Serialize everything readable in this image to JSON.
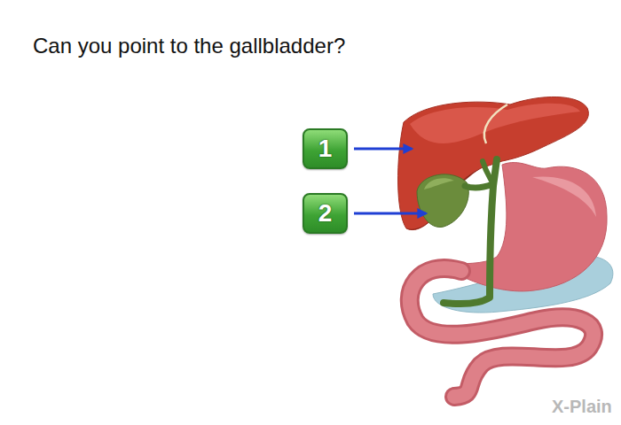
{
  "diagram": {
    "title": "Can you point to the gallbladder?",
    "nodes": [
      {
        "text": [
          "1"
        ]
      },
      {
        "text": [
          "2"
        ]
      }
    ],
    "labels": [
      "X-Plain"
    ]
  }
}
